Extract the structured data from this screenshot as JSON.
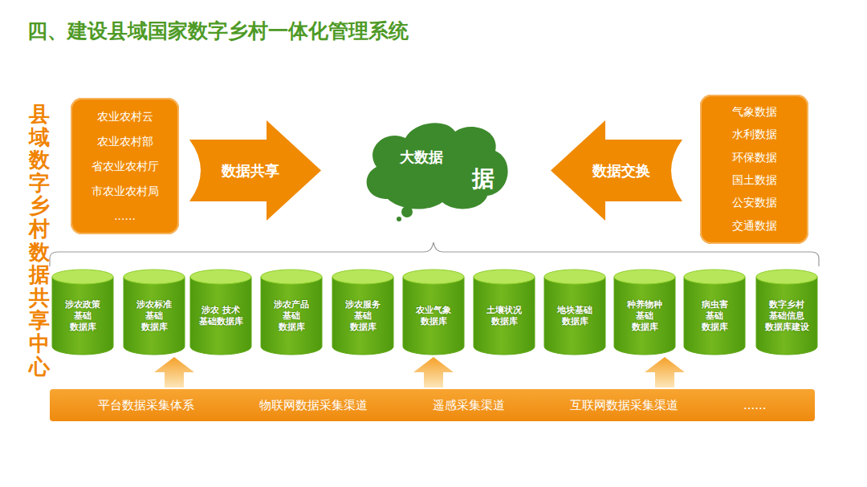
{
  "diagram": {
    "title": "四、建设县域国家数字乡村一体化管理系统",
    "nodes": [
      {
        "text": [
          "农业农村云",
          "农业农村部",
          "省农业农村厅",
          "市农业农村局",
          "......"
        ]
      },
      {
        "text": [
          "数据共享"
        ]
      },
      {
        "text": [
          "大数据",
          "据"
        ]
      },
      {
        "text": [
          "数据交换"
        ]
      },
      {
        "text": [
          "气象数据",
          "水利数据",
          "环保数据",
          "国土数据",
          "公安数据",
          "交通数据"
        ]
      },
      {
        "text": [
          "涉农政策 基础 数据库"
        ]
      },
      {
        "text": [
          "涉农标准 基础 数据库"
        ]
      },
      {
        "text": [
          "涉农 技术 基础数据库"
        ]
      },
      {
        "text": [
          "涉农产品 基础 数据库"
        ]
      },
      {
        "text": [
          "涉农服务 基础 数据库"
        ]
      },
      {
        "text": [
          "农业气象 数据库"
        ]
      },
      {
        "text": [
          "土壤状况 数据库"
        ]
      },
      {
        "text": [
          "地块基础 数据库"
        ]
      },
      {
        "text": [
          "种养物种 基础 数据库"
        ]
      },
      {
        "text": [
          "病虫害 基础 数据库"
        ]
      },
      {
        "text": [
          "数字乡村 基础信息 数据库建设"
        ]
      },
      {
        "text": [
          "平台数据采集体系",
          "物联网数据采集渠道",
          "遥感采集渠道",
          "互联网数据采集渠道",
          "......"
        ]
      }
    ],
    "edges": [
      {
        "from": 16,
        "to": 6,
        "arrow": "to"
      },
      {
        "from": 16,
        "to": 10,
        "arrow": "to"
      },
      {
        "from": 16,
        "to": 13,
        "arrow": "to"
      }
    ],
    "labels": [
      "县域数字乡村数据共享中心"
    ]
  }
}
